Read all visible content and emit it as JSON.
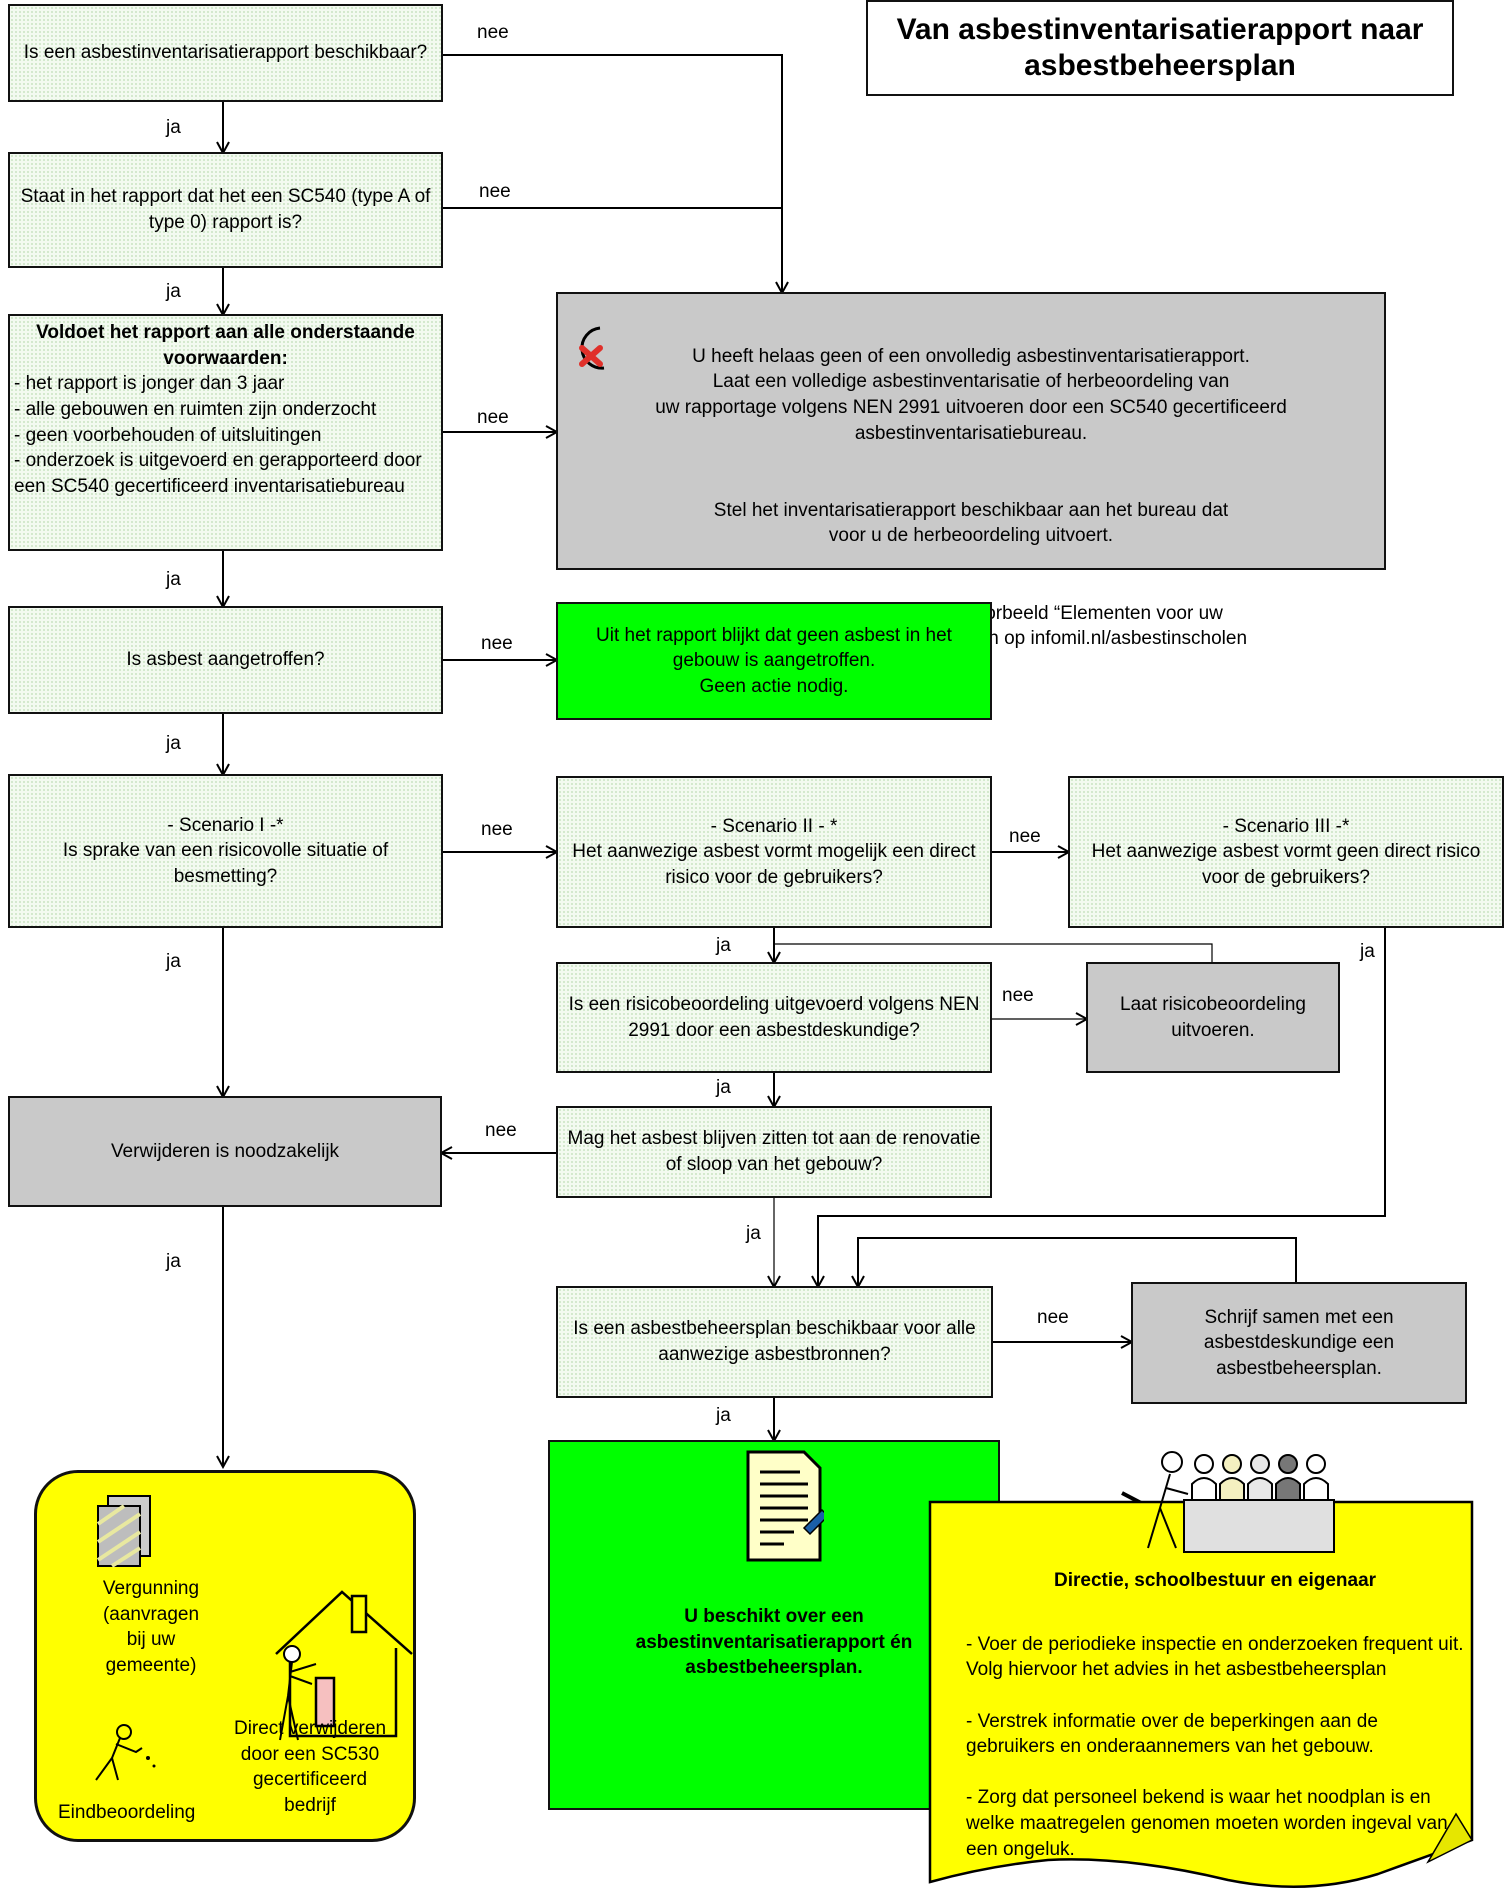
{
  "title": "Van asbestinventarisatierapport naar asbestbeheersplan",
  "labels": {
    "yes": "ja",
    "no": "nee"
  },
  "q1": "Is een asbestinventarisatierapport beschikbaar?",
  "q2": "Staat in het rapport dat het een SC540 (type A of type 0) rapport is?",
  "q3": {
    "heading": "Voldoet het rapport aan alle onderstaande voorwaarden:",
    "items": [
      "- het rapport is jonger dan 3 jaar",
      "- alle gebouwen en ruimten zijn onderzocht",
      "- geen voorbehouden of uitsluitingen",
      "- onderzoek is uitgevoerd en gerapporteerd door een SC540 gecertificeerd inventarisatiebureau"
    ]
  },
  "no_report": {
    "p1": "U heeft helaas geen of een onvolledig asbestinventarisatierapport.\nLaat een volledige asbestinventarisatie of herbeoordeling van\nuw  rapportage volgens NEN 2991 uitvoeren door een SC540 gecertificeerd\nasbestinventarisatiebureau.",
    "p2": "Stel het inventarisatierapport beschikbaar aan het bureau dat\nvoor u de herbeoordeling uitvoert.",
    "p3": "Kijk voor meer  informatie -  bijvoorbeeld “Elementen voor uw\nofferte verzoek” onder hulpmiddelen op infomil.nl/asbestinscholen"
  },
  "q4": "Is asbest aangetroffen?",
  "no_asbestos": "Uit  het rapport blijkt dat geen asbest in het gebouw is aangetroffen.\nGeen actie nodig.",
  "scenario1": {
    "title": "- Scenario I -*",
    "text": "Is sprake van een risicovolle situatie of besmetting?"
  },
  "scenario2": {
    "title": "- Scenario II - *",
    "text": "Het aanwezige asbest vormt mogelijk een direct risico voor de gebruikers?"
  },
  "scenario3": {
    "title": "- Scenario III -*",
    "text": "Het aanwezige asbest vormt geen direct risico voor de gebruikers?"
  },
  "q_risk": "Is een risicobeoordeling uitgevoerd volgens NEN 2991 door een asbestdeskundige?",
  "do_risk": "Laat  risicobeoordeling uitvoeren.",
  "q_stay": "Mag het asbest blijven zitten tot aan de renovatie of sloop van het gebouw?",
  "remove": "Verwijderen is noodzakelijk",
  "q_plan": "Is een asbestbeheersplan beschikbaar voor alle aanwezige asbestbronnen?",
  "write_plan": "Schrijf samen met een asbestdeskundige een asbestbeheersplan.",
  "result": "U beschikt over een asbestinventarisatierapport én asbestbeheersplan.",
  "removal_steps": {
    "permit": "Vergunning\n(aanvragen\nbij uw\ngemeente)",
    "direct": "Direct verwijderen\ndoor een SC530\ngecertificeerd\nbedrijf",
    "final": "Eindbeoordeling"
  },
  "management": {
    "heading": "Directie, schoolbestuur en eigenaar",
    "items": [
      "- Voer de periodieke inspectie en onderzoeken frequent uit. Volg hiervoor het advies in het asbestbeheersplan",
      "- Verstrek informatie over de beperkingen aan de gebruikers en onderaannemers van het gebouw.",
      "- Zorg dat personeel bekend is waar het noodplan is en welke maatregelen genomen moeten worden ingeval van een ongeluk."
    ]
  },
  "colors": {
    "question": "#f3faf0",
    "grey": "#c9c9c9",
    "green": "#00ff00",
    "yellow": "#ffff00"
  },
  "icons": [
    "error-icon",
    "document-icon",
    "house-icon",
    "worker-icon",
    "meeting-icon"
  ]
}
